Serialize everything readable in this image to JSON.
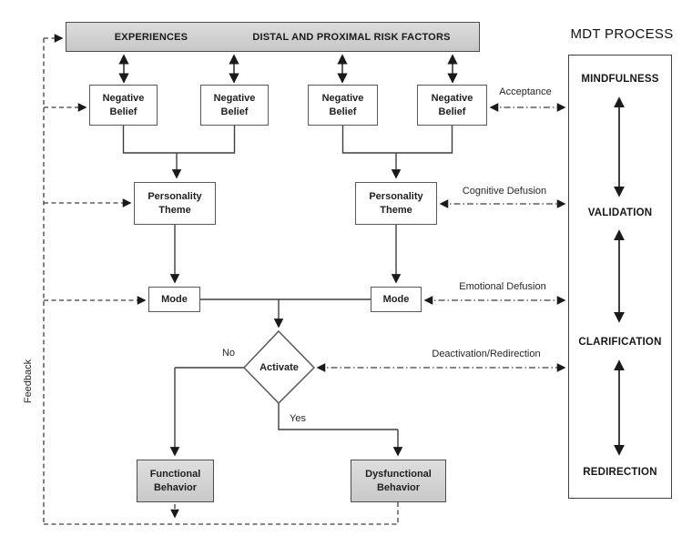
{
  "top_bar": {
    "experiences_label": "EXPERIENCES",
    "risk_factors_label": "DISTAL AND PROXIMAL RISK FACTORS"
  },
  "flowchart": {
    "negative_beliefs": [
      "Negative Belief",
      "Negative Belief",
      "Negative Belief",
      "Negative Belief"
    ],
    "personality_themes": [
      "Personality Theme",
      "Personality Theme"
    ],
    "modes": [
      "Mode",
      "Mode"
    ],
    "decision": {
      "label": "Activate",
      "no_label": "No",
      "yes_label": "Yes"
    },
    "outcomes": {
      "functional": "Functional Behavior",
      "dysfunctional": "Dysfunctional Behavior"
    },
    "feedback_label": "Feedback"
  },
  "mdt_links": {
    "acceptance": "Acceptance",
    "cognitive_defusion": "Cognitive Defusion",
    "emotional_defusion": "Emotional Defusion",
    "deactivation": "Deactivation/Redirection"
  },
  "mdt_panel": {
    "title": "MDT PROCESS",
    "stages": [
      "MINDFULNESS",
      "VALIDATION",
      "CLARIFICATION",
      "REDIRECTION"
    ]
  },
  "colors": {
    "gray_fill": "#d3d3d3",
    "box_border": "#595959",
    "line": "#3f3f3f",
    "arrow": "#1a1a1a"
  }
}
